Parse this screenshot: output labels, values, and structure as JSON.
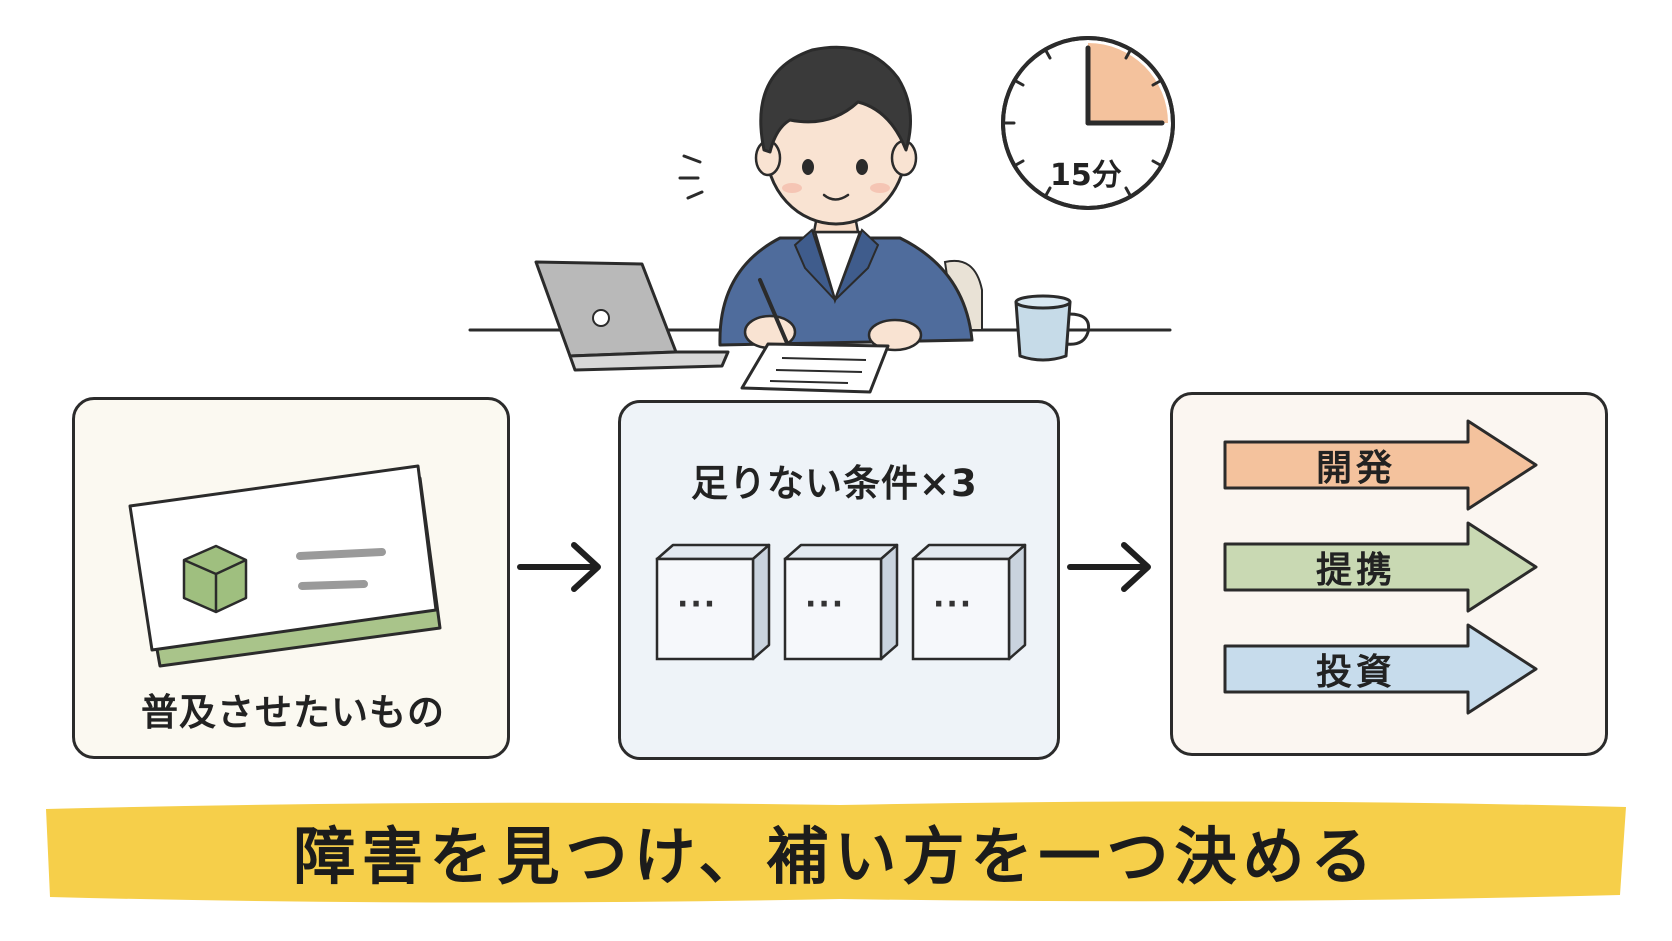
{
  "timer": {
    "label": "15分"
  },
  "panels": {
    "left": {
      "caption": "普及させたいもの"
    },
    "middle": {
      "caption": "足りない条件×3",
      "cube_text": "···"
    },
    "right": {
      "actions": [
        {
          "label": "開発",
          "color": "#f4c29d"
        },
        {
          "label": "提携",
          "color": "#c9d9b3"
        },
        {
          "label": "投資",
          "color": "#c7dcec"
        }
      ]
    }
  },
  "banner": {
    "text": "障害を見つけ、補い方を一つ決める",
    "color": "#f6cf4a"
  }
}
